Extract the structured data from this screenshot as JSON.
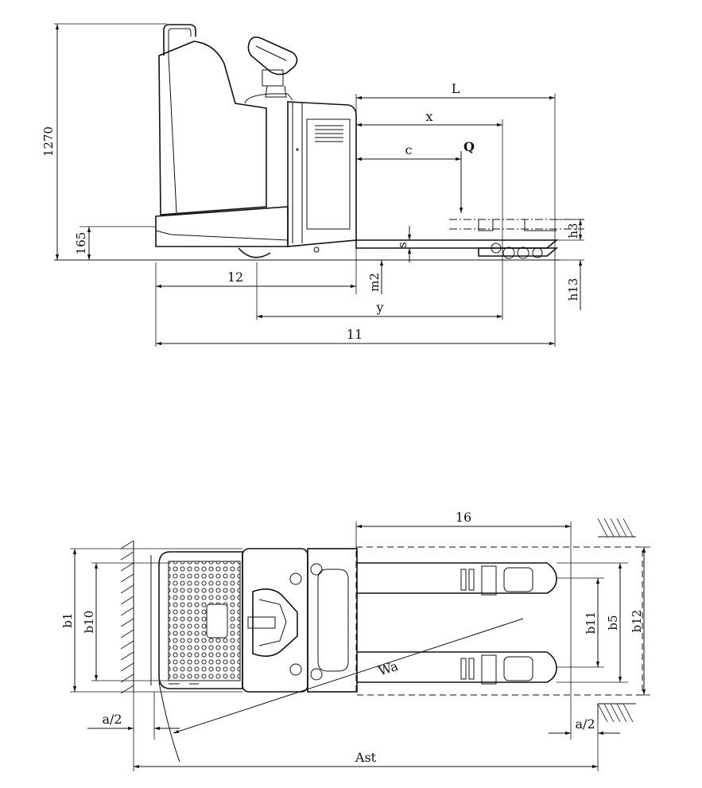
{
  "side_view": {
    "labels": {
      "L": "L",
      "x": "x",
      "c": "c",
      "Q": "Q",
      "h1270": "1270",
      "h165": "165",
      "l2": "12",
      "m2": "m2",
      "y": "y",
      "l1": "11",
      "s": "s",
      "h3": "h3",
      "h13": "h13"
    }
  },
  "top_view": {
    "labels": {
      "b16": "16",
      "b1": "b1",
      "b10": "b10",
      "b11": "b11",
      "b5": "b5",
      "b12": "b12",
      "Wa": "Wa",
      "a2_left": "a/2",
      "a2_right": "a/2",
      "Ast": "Ast"
    }
  }
}
